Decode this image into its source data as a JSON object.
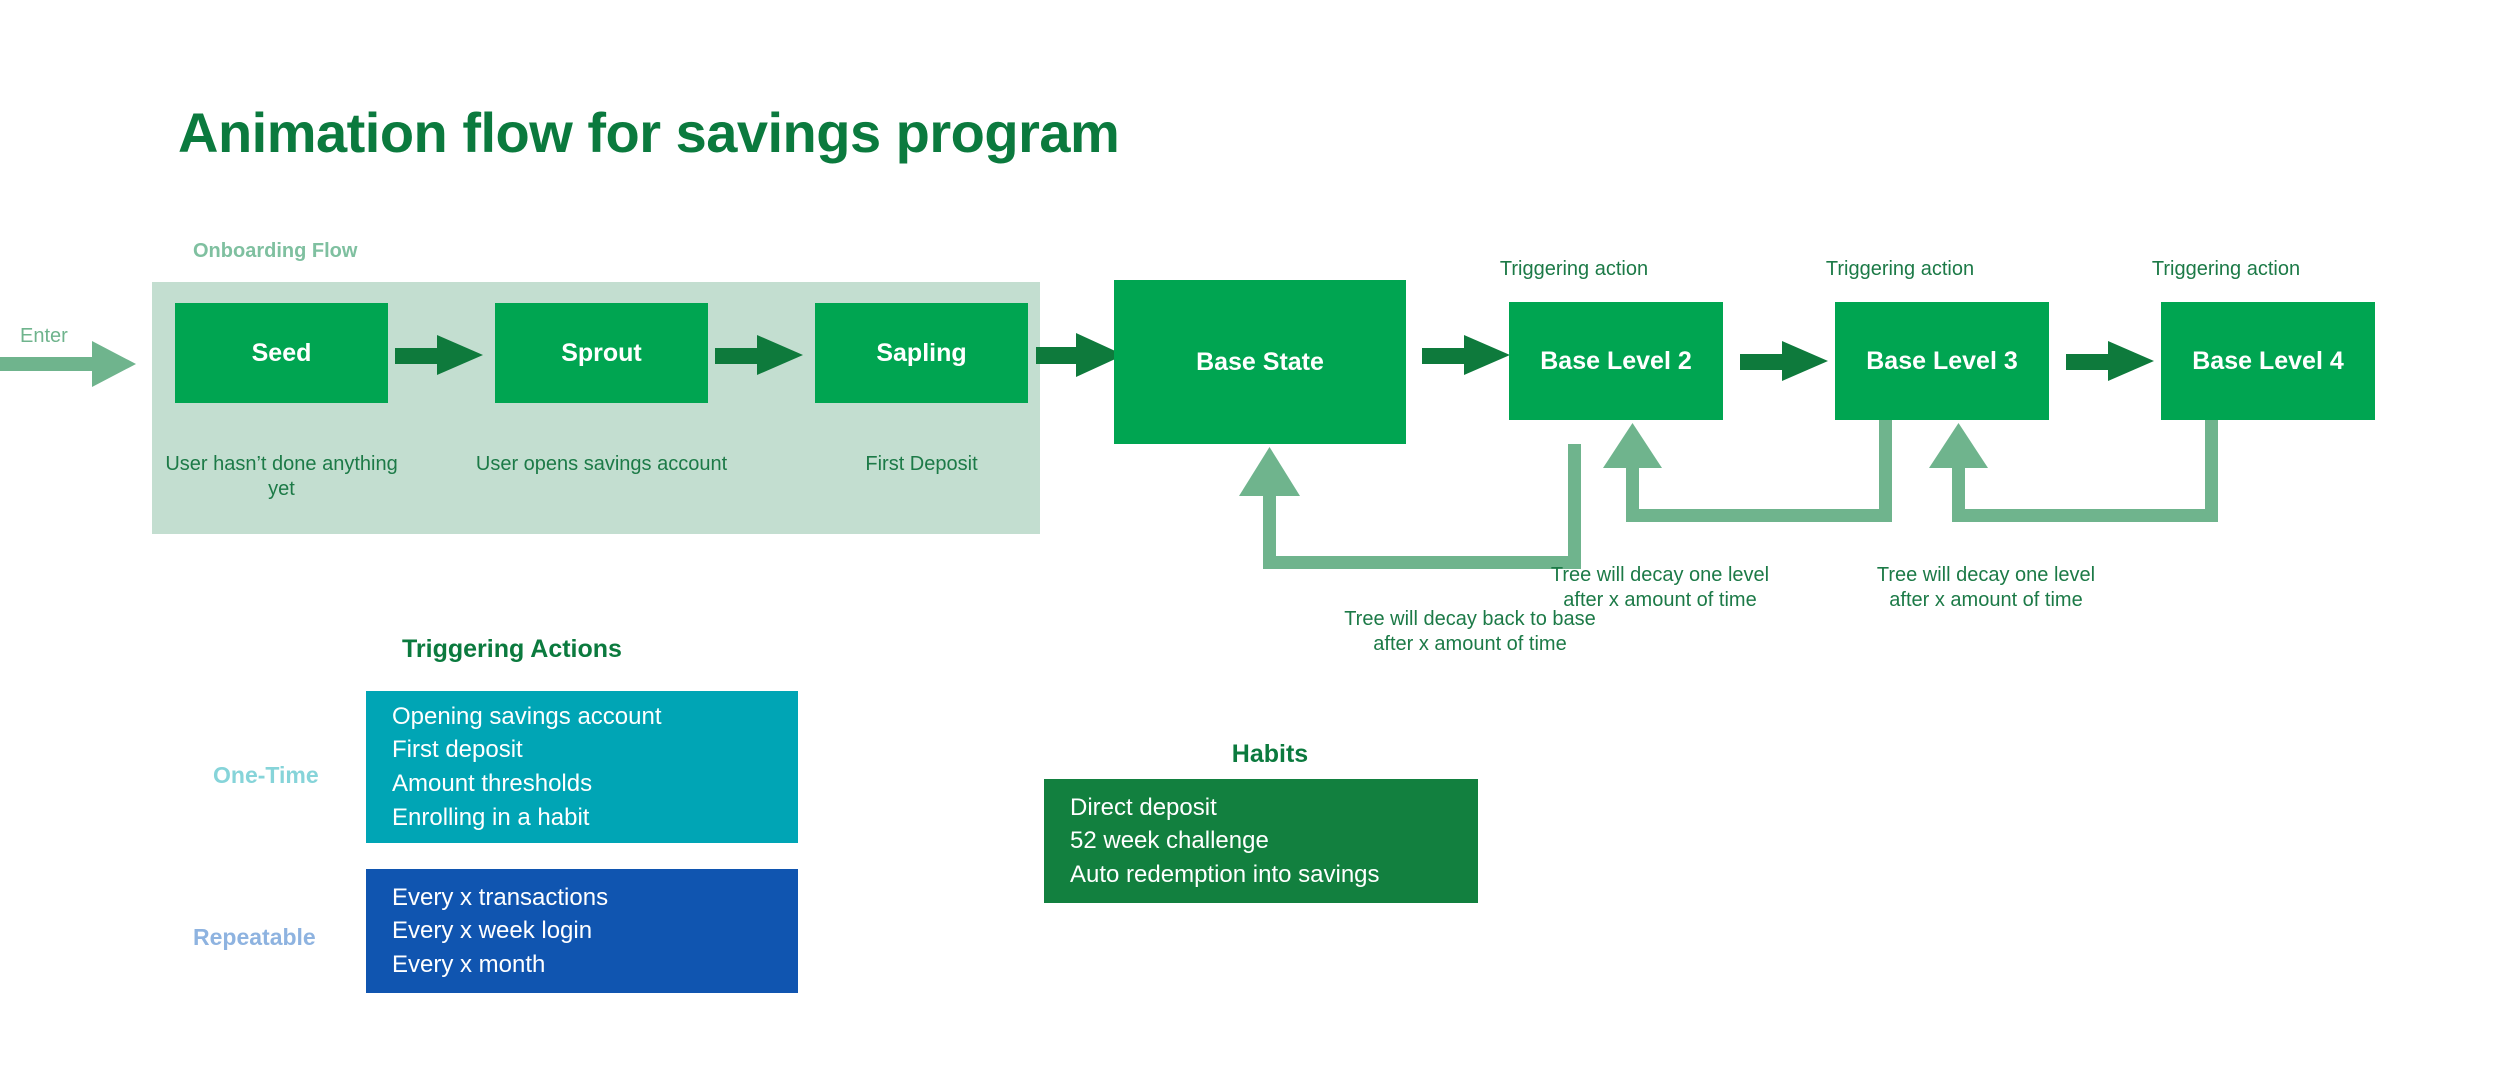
{
  "title": "Animation flow for savings program",
  "colors": {
    "brand_green": "#00A551",
    "dark_green": "#0B7A3E",
    "arrow_dark_green": "#0E7A3C",
    "panel_green": "#C3DED0",
    "muted_green": "#7FC0A0",
    "decay_green": "#6FB48D",
    "caption_green": "#1C7A47",
    "teal": "#00A5B5",
    "blue": "#1055B0",
    "habits_green": "#12803F",
    "one_time_tag": "#86D4D9",
    "repeatable_tag": "#8EB3E0"
  },
  "entry": {
    "label": "Enter"
  },
  "onboarding": {
    "label": "Onboarding Flow",
    "steps": [
      {
        "title": "Seed",
        "caption": "User hasn’t done anything yet"
      },
      {
        "title": "Sprout",
        "caption": "User opens savings account"
      },
      {
        "title": "Sapling",
        "caption": "First Deposit"
      }
    ]
  },
  "levels": [
    {
      "title": "Base State",
      "trigger": ""
    },
    {
      "title": "Base Level 2",
      "trigger": "Triggering action"
    },
    {
      "title": "Base Level 3",
      "trigger": "Triggering action"
    },
    {
      "title": "Base Level 4",
      "trigger": "Triggering action"
    }
  ],
  "decay_notes": [
    "Tree will decay back to base after x amount of time",
    "Tree will decay one level after x amount of time",
    "Tree will decay one level after x amount of time"
  ],
  "decay_notes_split": [
    {
      "line1": "Tree will decay back to base",
      "line2": "after x amount of time"
    },
    {
      "line1": "Tree will decay one level",
      "line2": "after x amount of time"
    },
    {
      "line1": "Tree will decay one level",
      "line2": "after x amount of time"
    }
  ],
  "triggering_actions": {
    "heading": "Triggering Actions",
    "groups": [
      {
        "tag": "One-Time",
        "items": [
          "Opening savings account",
          "First deposit",
          "Amount thresholds",
          "Enrolling in a habit"
        ]
      },
      {
        "tag": "Repeatable",
        "items": [
          "Every x transactions",
          "Every x week login",
          "Every x month"
        ]
      }
    ]
  },
  "habits": {
    "heading": "Habits",
    "items": [
      "Direct deposit",
      "52 week challenge",
      "Auto redemption into savings"
    ]
  }
}
